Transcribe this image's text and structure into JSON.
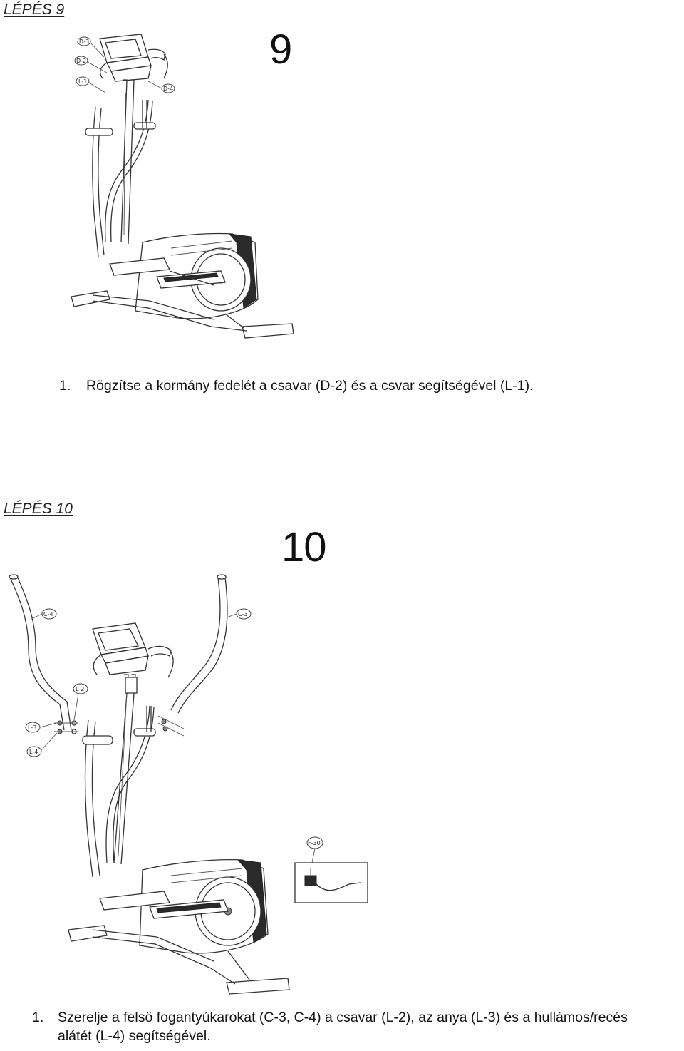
{
  "step9": {
    "heading": "LÉPÉS 9",
    "number": "9",
    "instruction_num": "1.",
    "instruction": "Rögzítse a kormány fedelét a csavar (D-2) és a csvar segítségével (L-1).",
    "labels": [
      "D-3",
      "D-2",
      "L-1",
      "D-4"
    ]
  },
  "step10": {
    "heading": "LÉPÉS 10",
    "number": "10",
    "instruction_num": "1.",
    "instruction_line1": "Szerelje a felsö fogantyúkarokat (C-3, C-4) a csavar (L-2), az anya (L-3) és a hullámos/recés",
    "instruction_line2": "alátét (L-4) segítségével.",
    "labels": [
      "C-4",
      "C-3",
      "L-2",
      "L-3",
      "L-4",
      "F-30"
    ]
  }
}
